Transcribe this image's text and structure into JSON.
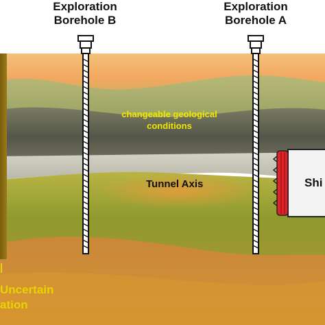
{
  "boreholes": {
    "b": {
      "line1": "Exploration",
      "line2": "Borehole B"
    },
    "a": {
      "line1": "Exploration",
      "line2": "Borehole A"
    }
  },
  "labels": {
    "changeable_line1": "changeable geological",
    "changeable_line2": "conditions",
    "tunnel_axis": "Tunnel Axis",
    "shield": "Shi",
    "uncertain_line1": "Uncertain",
    "uncertain_line2": "ation"
  },
  "colors": {
    "sky": "#ffffff",
    "top_orange": "#f2a860",
    "green_band": "#a8b070",
    "gray_band": "#5c5c52",
    "tunnel_band": "#c9c8bd",
    "lower_olive": "#b5a640",
    "bottom_orange": "#d48a2f",
    "left_pillar": "#8a6d12",
    "shield_red": "#e0232a",
    "shield_body": "#f3f3f3",
    "label_yellow": "#f2e600"
  }
}
